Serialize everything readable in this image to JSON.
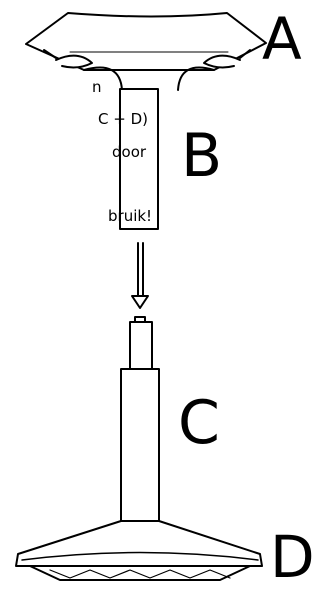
{
  "diagram": {
    "part_labels": {
      "a": "A",
      "b": "B",
      "c": "C",
      "d": "D"
    },
    "text_fragments": {
      "line1": "n",
      "line2": "C + D)",
      "line3": "door",
      "line4": "bruik!"
    }
  }
}
